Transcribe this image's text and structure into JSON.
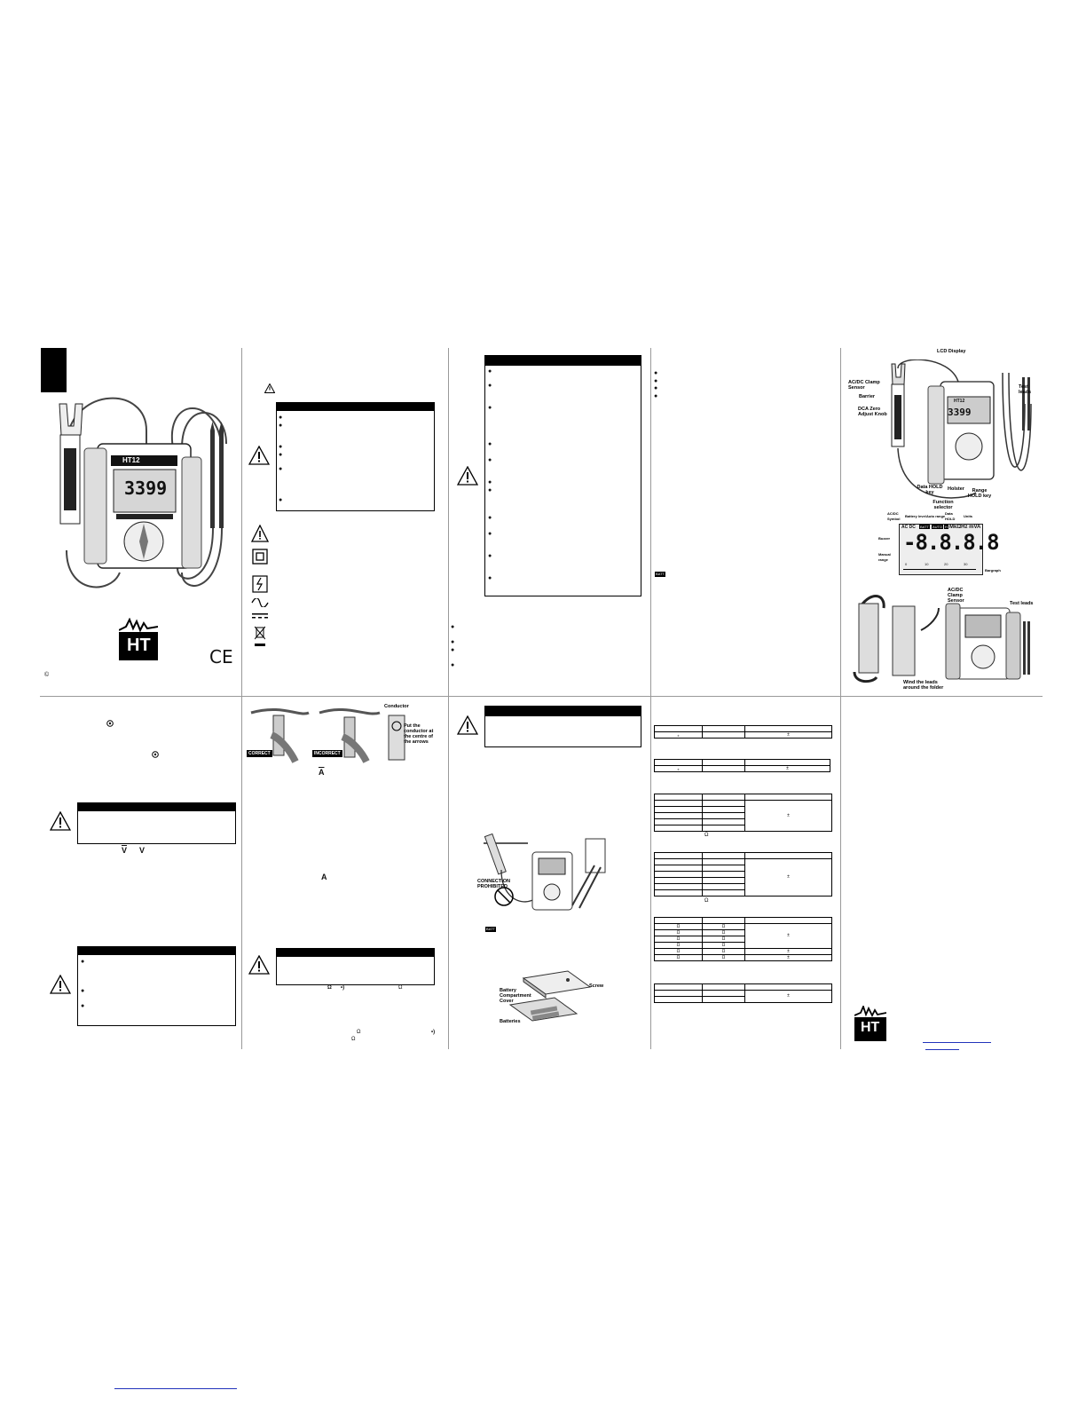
{
  "device": {
    "model": "HT12",
    "reading": "3399",
    "brand": "HT",
    "ce_mark": "CE",
    "copyright": "©"
  },
  "lcd_labels": {
    "acdc": "AC/DC Symbol",
    "battery": "Battery level",
    "autorange": "Auto range",
    "data_hold": "Data HOLD",
    "units": "Units",
    "buzzer": "Buzzer",
    "manual_range": "Manual range",
    "bargraph": "Bargraph",
    "batt_badge": "BATT",
    "auto_badge": "AUTO",
    "hold_badge": "H",
    "unit_string": "MkΩHz mVA",
    "digits": "-8.8.8.8",
    "scale": [
      "0",
      "10",
      "20",
      "30"
    ],
    "ac_dc_symbol": "AC DC"
  },
  "parts_labels": {
    "clamp_sensor": "AC/DC Clamp Sensor",
    "barrier": "Barrier",
    "dca_zero": "DCA Zero Adjust Knob",
    "lcd_display": "LCD Display",
    "test_leads": "Test leads",
    "data_hold_key": "Data HOLD key",
    "holster": "Holster",
    "range_hold_key": "Range HOLD key",
    "function_selector": "Function selector"
  },
  "folder_labels": {
    "clamp_sensor": "AC/DC Clamp Sensor",
    "test_leads": "Test leads",
    "wind": "Wind the leads around the folder"
  },
  "clamp_usage": {
    "correct": "CORRECT",
    "incorrect": "INCORRECT",
    "conductor": "Conductor",
    "put": "Put the conductor at the centre of the arrows"
  },
  "connection": {
    "prohibited": "CONNECTION PROHIBITED"
  },
  "battery_fig": {
    "cover": "Battery Compartment Cover",
    "screw": "Screw",
    "batteries": "Batteries"
  },
  "symbols": {
    "ohm": "Ω",
    "amp_dc": "A",
    "amp_ac": "A",
    "volt_dc": "V",
    "volt_ac": "V",
    "buzzer": "•)",
    "plusminus": "±",
    "batt": "BATT"
  }
}
